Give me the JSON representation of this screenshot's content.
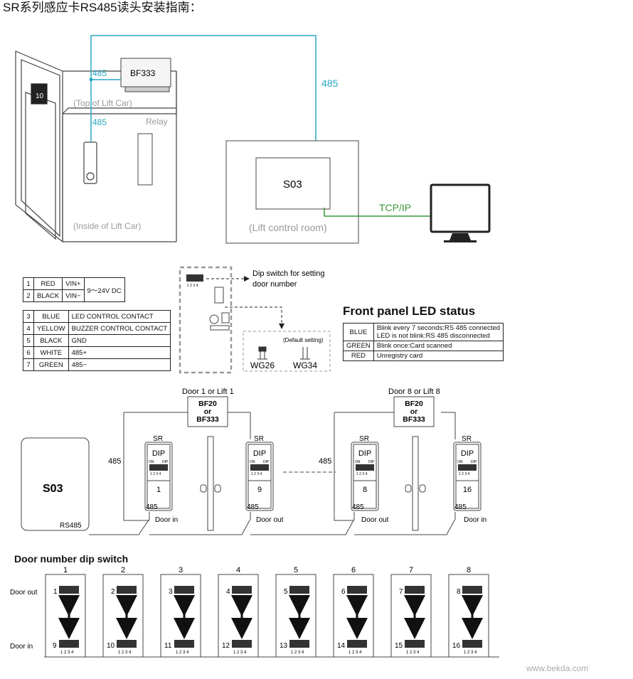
{
  "title": "SR系列感应卡RS485读头安装指南：",
  "colors": {
    "rs485": "#2aa7c4",
    "tcpip": "#3a9a3a",
    "dashed": "#999999"
  },
  "installation": {
    "bf333": "BF333",
    "rs485_top": "485",
    "rs485_mid": "485",
    "rs485_right": "485",
    "top_of_lift": "(Top of Lift Car)",
    "relay": "Relay",
    "inside_lift": "(Inside of Lift Car)",
    "floor_display": "10",
    "controller": "S03",
    "lift_room": "(Lift control room)",
    "tcpip": "TCP/IP"
  },
  "wiring": {
    "power": [
      {
        "num": "1",
        "color": "RED",
        "signal": "VIN+"
      },
      {
        "num": "2",
        "color": "BLACK",
        "signal": "VIN−"
      }
    ],
    "power_range": "9～24V DC",
    "signals": [
      {
        "num": "3",
        "color": "BLUE",
        "signal": "LED CONTROL CONTACT"
      },
      {
        "num": "4",
        "color": "YELLOW",
        "signal": "BUZZER CONTROL CONTACT"
      },
      {
        "num": "5",
        "color": "BLACK",
        "signal": "GND"
      },
      {
        "num": "6",
        "color": "WHITE",
        "signal": "485+"
      },
      {
        "num": "7",
        "color": "GREEN",
        "signal": "485−"
      }
    ]
  },
  "board": {
    "dip_label_1": "Dip switch for setting",
    "dip_label_2": "door number",
    "default_setting": "(Default setting)",
    "wg26": "WG26",
    "wg34": "WG34",
    "dip_nums": "1 2 3 4"
  },
  "led_status": {
    "title": "Front panel LED status",
    "rows": [
      {
        "color": "BLUE",
        "line1": "Blink every 7 seconds:RS 485 connected",
        "line2": "LED is not blink:RS 485 disconnected"
      },
      {
        "color": "GREEN",
        "line1": "Blink once:Card scanned",
        "line2": ""
      },
      {
        "color": "RED",
        "line1": "Unregistry card",
        "line2": ""
      }
    ]
  },
  "network": {
    "controller": "S03",
    "rs485_port": "RS485",
    "rs485_left": "485",
    "rs485_mid": "485",
    "groups": [
      {
        "label": "Door 1 or Lift 1",
        "box": [
          "BF20",
          "or",
          "BF333"
        ]
      },
      {
        "label": "Door 8 or Lift 8",
        "box": [
          "BF20",
          "or",
          "BF333"
        ]
      }
    ],
    "readers": [
      {
        "sr": "SR",
        "dip": "DIP",
        "on": "ON",
        "dip_small": "DIP",
        "nums": "1 2 3 4",
        "number": "1",
        "port": "485",
        "door": "Door in"
      },
      {
        "sr": "SR",
        "dip": "DIP",
        "on": "ON",
        "dip_small": "DIP",
        "nums": "1 2 3 4",
        "number": "9",
        "port": "485",
        "door": "Door out"
      },
      {
        "sr": "SR",
        "dip": "DIP",
        "on": "ON",
        "dip_small": "DIP",
        "nums": "1 2 3 4",
        "number": "8",
        "port": "485",
        "door": "Door out"
      },
      {
        "sr": "SR",
        "dip": "DIP",
        "on": "ON",
        "dip_small": "DIP",
        "nums": "1 2 3 4",
        "number": "16",
        "port": "485",
        "door": "Door in"
      }
    ]
  },
  "dip_section": {
    "title": "Door number dip switch",
    "row_out": "Door out",
    "row_in": "Door in",
    "nums": "1 2 3 4",
    "columns": [
      {
        "col": "1",
        "out": "1",
        "in": "9"
      },
      {
        "col": "2",
        "out": "2",
        "in": "10"
      },
      {
        "col": "3",
        "out": "3",
        "in": "11"
      },
      {
        "col": "4",
        "out": "4",
        "in": "12"
      },
      {
        "col": "5",
        "out": "5",
        "in": "13"
      },
      {
        "col": "6",
        "out": "6",
        "in": "14"
      },
      {
        "col": "7",
        "out": "7",
        "in": "15"
      },
      {
        "col": "8",
        "out": "8",
        "in": "16"
      }
    ]
  },
  "watermark": "www.bekda.com"
}
